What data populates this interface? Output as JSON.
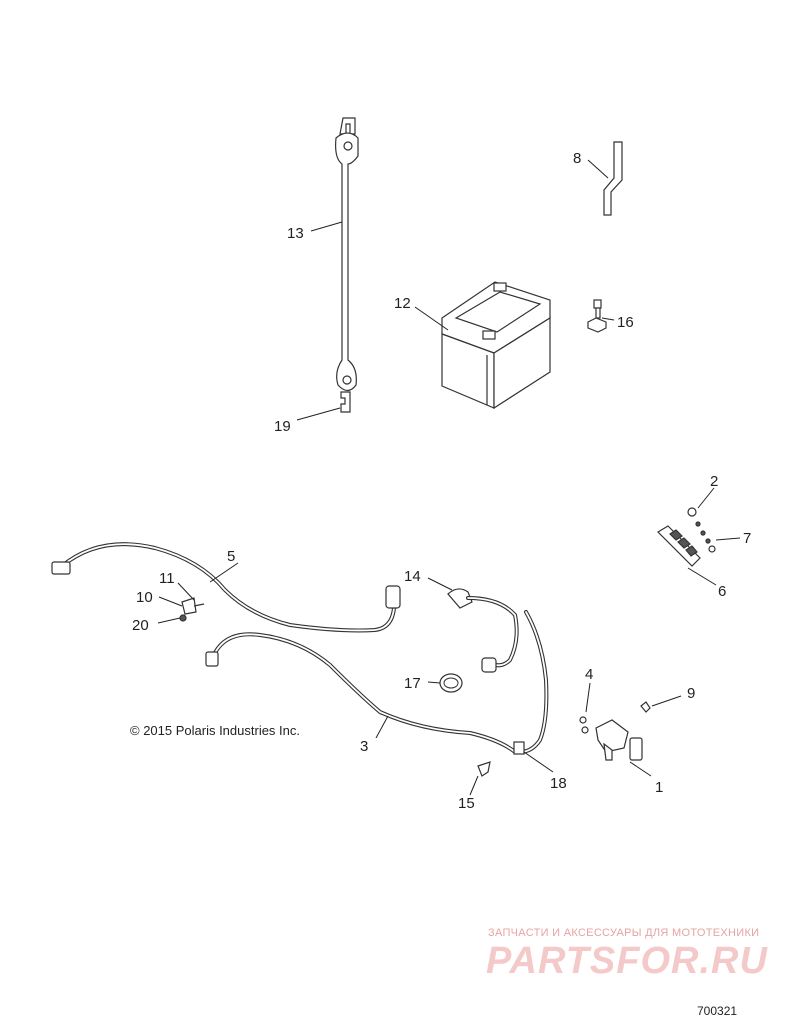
{
  "diagram": {
    "callouts": [
      "1",
      "2",
      "3",
      "4",
      "5",
      "6",
      "7",
      "8",
      "9",
      "10",
      "11",
      "12",
      "13",
      "14",
      "15",
      "16",
      "17",
      "18",
      "19",
      "20"
    ],
    "copyright": "© 2015 Polaris Industries Inc.",
    "drawing_number": "700321",
    "watermark": {
      "tagline": "ЗАПЧАСТИ И АКСЕССУАРЫ ДЛЯ МОТОТЕХНИКИ",
      "logo": "PARTSFOR.RU",
      "color": "#e98f8f"
    }
  }
}
